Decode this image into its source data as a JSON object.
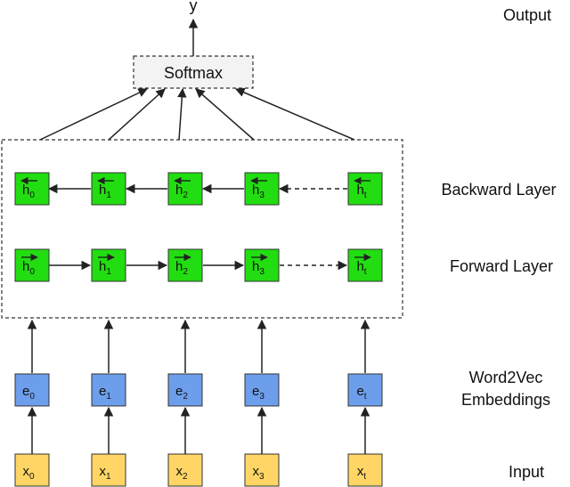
{
  "output_symbol": "y",
  "softmax_label": "Softmax",
  "row_labels": {
    "output": "Output",
    "backward": "Backward Layer",
    "forward": "Forward Layer",
    "embeddings_line1": "Word2Vec",
    "embeddings_line2": "Embeddings",
    "input": "Input"
  },
  "colors": {
    "hidden": "#22dd11",
    "embedding": "#6d9eeb",
    "input": "#ffd666",
    "softmax_fill": "#f3f3f3",
    "stroke": "#333333"
  },
  "columns": [
    {
      "hidden_base": "h",
      "embedding_base": "e",
      "input_base": "x",
      "sub": "0"
    },
    {
      "hidden_base": "h",
      "embedding_base": "e",
      "input_base": "x",
      "sub": "1"
    },
    {
      "hidden_base": "h",
      "embedding_base": "e",
      "input_base": "x",
      "sub": "2"
    },
    {
      "hidden_base": "h",
      "embedding_base": "e",
      "input_base": "x",
      "sub": "3"
    },
    {
      "hidden_base": "h",
      "embedding_base": "e",
      "input_base": "x",
      "sub": "t"
    }
  ]
}
